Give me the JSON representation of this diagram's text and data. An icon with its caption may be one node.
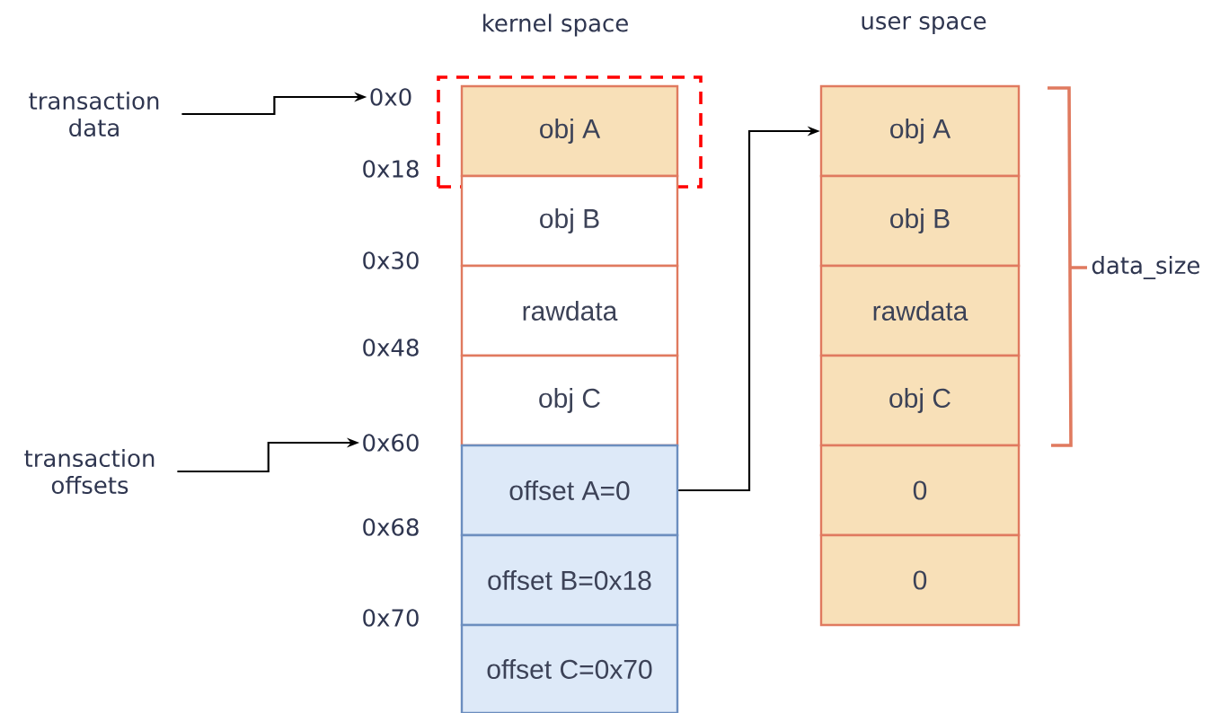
{
  "diagram": {
    "nodes": [
      {
        "text": [
          "transaction data"
        ]
      },
      {
        "text": [
          "0x0"
        ]
      },
      {
        "text": [
          "transaction offsets"
        ]
      },
      {
        "text": [
          "0x60"
        ]
      },
      {
        "text": [],
        "shape": "box"
      },
      {
        "text": [
          "obj A"
        ],
        "in": 4
      },
      {
        "text": [
          "obj B"
        ]
      },
      {
        "text": [
          "rawdata"
        ]
      },
      {
        "text": [
          "obj C"
        ]
      },
      {
        "text": [
          "offset A=0"
        ]
      },
      {
        "text": [
          "offset B=0x18"
        ]
      },
      {
        "text": [
          "offset C=0x70"
        ]
      },
      {
        "text": [
          "obj A"
        ]
      },
      {
        "text": [
          "obj B"
        ]
      },
      {
        "text": [
          "rawdata"
        ]
      },
      {
        "text": [
          "obj C"
        ]
      },
      {
        "text": [
          "0"
        ]
      },
      {
        "text": [
          "0"
        ]
      }
    ],
    "edges": [
      {
        "from": 0,
        "to": 1,
        "arrow": "to"
      },
      {
        "from": 2,
        "to": 3,
        "arrow": "to"
      },
      {
        "from": 9,
        "to": 12,
        "arrow": "to"
      }
    ],
    "labels": [
      "kernel space",
      "user space",
      "0x18",
      "0x30",
      "0x48",
      "0x68",
      "0x70",
      "data_size"
    ]
  }
}
